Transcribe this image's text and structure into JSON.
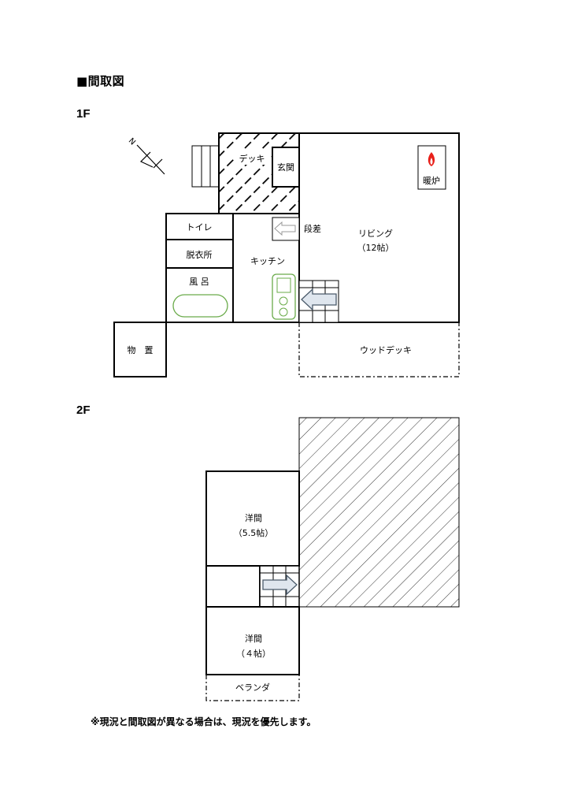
{
  "page": {
    "heading": "■間取図",
    "note": "※現況と間取図が異なる場合は、現況を優先します。"
  },
  "floor1": {
    "label": "1F",
    "compass_letter": "N",
    "rooms": {
      "deck": "デッキ",
      "entrance": "玄関",
      "toilet": "トイレ",
      "dressing": "脱衣所",
      "bath": "風 呂",
      "kitchen": "キッチン",
      "step": "段差",
      "living": "リビング",
      "living_size": "（12帖）",
      "fireplace": "暖炉",
      "storage": "物　置",
      "wood_deck": "ウッドデッキ"
    }
  },
  "floor2": {
    "label": "2F",
    "rooms": {
      "western1": "洋間",
      "western1_size": "（5.5帖）",
      "western2": "洋間",
      "western2_size": "（４帖）",
      "veranda": "ベランダ"
    }
  },
  "colors": {
    "line": "#000000",
    "fixture_green": "#6aab4a",
    "arrow_fill": "#dfe6ee",
    "arrow_stroke": "#4a5a6a",
    "flame_red": "#e8201a"
  }
}
